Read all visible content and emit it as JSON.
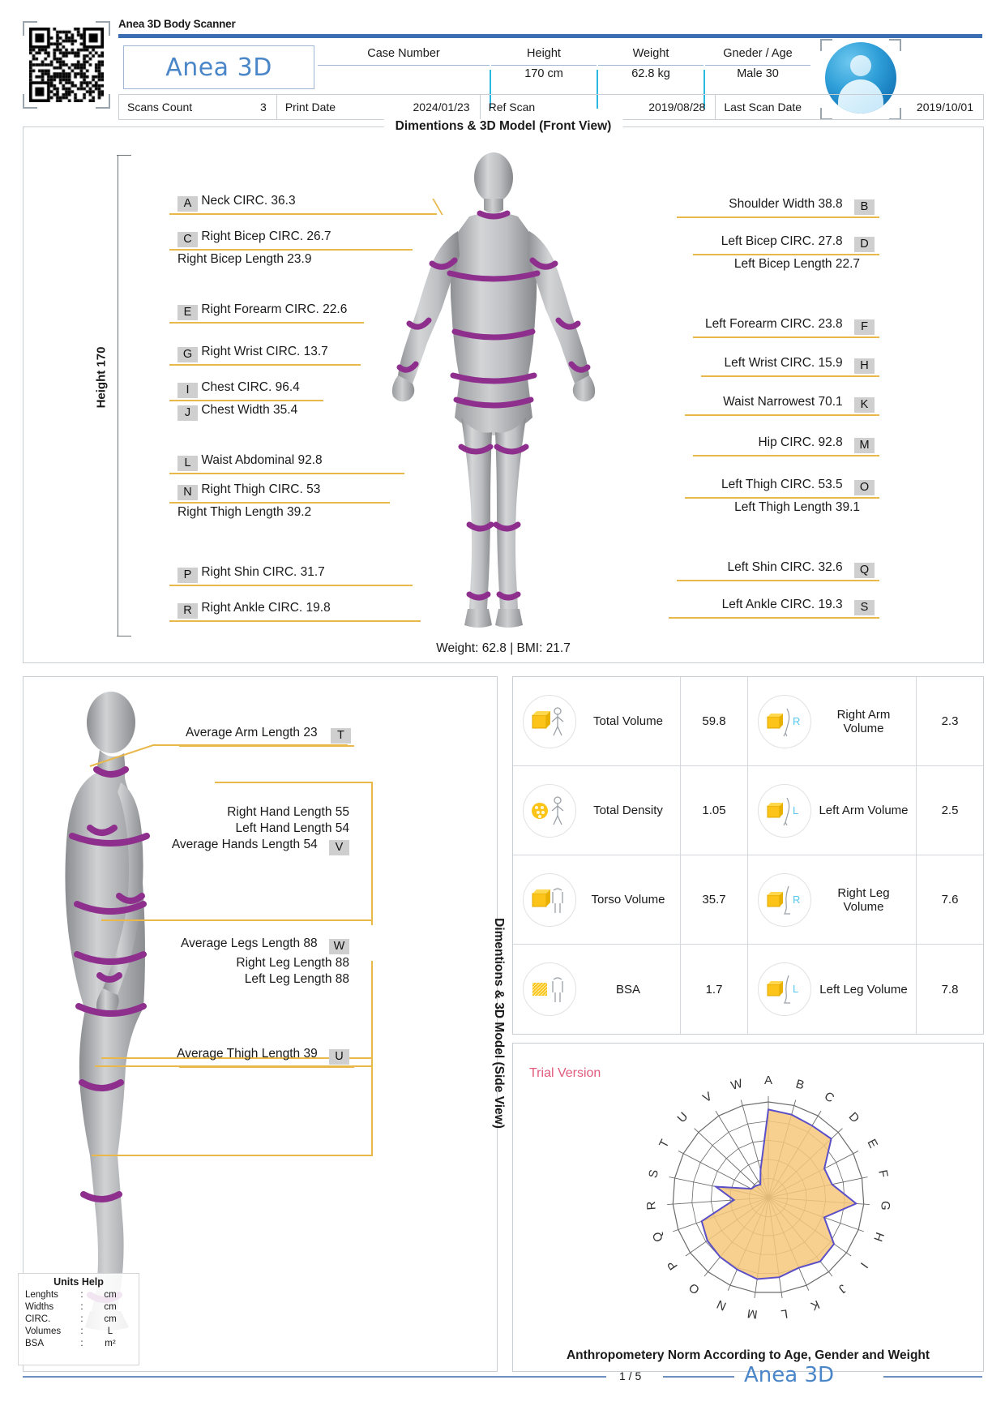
{
  "header": {
    "app_title": "Anea 3D Body Scanner",
    "logo_text": "Anea 3D",
    "fields": [
      {
        "label": "Case Number",
        "value": ""
      },
      {
        "label": "Height",
        "value": "170 cm"
      },
      {
        "label": "Weight",
        "value": "62.8 kg"
      },
      {
        "label": "Gneder / Age",
        "value": "Male      30"
      }
    ],
    "row2": [
      {
        "label": "Scans Count",
        "value": "3"
      },
      {
        "label": "Print Date",
        "value": "2024/01/23"
      },
      {
        "label": "Ref Scan",
        "value": "2019/08/28"
      },
      {
        "label": "Last Scan Date",
        "value": "2019/10/01"
      }
    ]
  },
  "front_panel": {
    "title": "Dimentions & 3D Model (Front View)",
    "height_axis_label": "Height 170",
    "footer": "Weight: 62.8 | BMI: 21.7",
    "left_labels": [
      {
        "badge": "A",
        "text": "Neck CIRC. 36.3",
        "sub": ""
      },
      {
        "badge": "C",
        "text": "Right Bicep CIRC. 26.7",
        "sub": "Right Bicep Length 23.9"
      },
      {
        "badge": "E",
        "text": "Right Forearm CIRC. 22.6",
        "sub": ""
      },
      {
        "badge": "G",
        "text": "Right Wrist CIRC. 13.7",
        "sub": ""
      },
      {
        "badge": "I",
        "text": "Chest CIRC. 96.4",
        "sub": ""
      },
      {
        "badge": "J",
        "text": "Chest Width 35.4",
        "sub": ""
      },
      {
        "badge": "L",
        "text": "Waist Abdominal 92.8",
        "sub": ""
      },
      {
        "badge": "N",
        "text": "Right Thigh CIRC. 53",
        "sub": "Right Thigh Length 39.2"
      },
      {
        "badge": "P",
        "text": "Right Shin CIRC. 31.7",
        "sub": ""
      },
      {
        "badge": "R",
        "text": "Right Ankle CIRC. 19.8",
        "sub": ""
      }
    ],
    "right_labels": [
      {
        "badge": "B",
        "text": "Shoulder Width 38.8",
        "sub": ""
      },
      {
        "badge": "D",
        "text": "Left Bicep CIRC. 27.8",
        "sub": "Left Bicep Length 22.7"
      },
      {
        "badge": "F",
        "text": "Left Forearm CIRC. 23.8",
        "sub": ""
      },
      {
        "badge": "H",
        "text": "Left Wrist CIRC. 15.9",
        "sub": ""
      },
      {
        "badge": "K",
        "text": "Waist Narrowest 70.1",
        "sub": ""
      },
      {
        "badge": "M",
        "text": "Hip CIRC. 92.8",
        "sub": ""
      },
      {
        "badge": "O",
        "text": "Left Thigh CIRC. 53.5",
        "sub": "Left Thigh Length 39.1"
      },
      {
        "badge": "Q",
        "text": "Left Shin CIRC. 32.6",
        "sub": ""
      },
      {
        "badge": "S",
        "text": "Left Ankle CIRC. 19.3",
        "sub": ""
      }
    ]
  },
  "side_panel": {
    "title": "Dimentions & 3D Model (Side View)",
    "labels": [
      {
        "badge": "T",
        "text": "Average Arm Length 23",
        "subs": []
      },
      {
        "badge": "V",
        "text": "Average Hands Length 54",
        "subs": [
          "Right Hand Length 55",
          "Left Hand Length 54"
        ]
      },
      {
        "badge": "W",
        "text": "Average Legs Length 88",
        "subs": [
          "Right Leg Length 88",
          "Left Leg Length 88"
        ]
      },
      {
        "badge": "U",
        "text": "Average Thigh Length 39",
        "subs": []
      }
    ],
    "units_help": {
      "title": "Units Help",
      "rows": [
        {
          "name": "Lenghts",
          "sep": ":",
          "unit": "cm"
        },
        {
          "name": "Widths",
          "sep": ":",
          "unit": "cm"
        },
        {
          "name": "CIRC.",
          "sep": ":",
          "unit": "cm"
        },
        {
          "name": "Volumes",
          "sep": ":",
          "unit": "L"
        },
        {
          "name": "BSA",
          "sep": ":",
          "unit": "m²"
        }
      ]
    }
  },
  "volume_table": {
    "rows": [
      {
        "icon": "body-volume-icon",
        "label": "Total Volume",
        "value": "59.8",
        "icon2": "right-arm-volume-icon",
        "label2": "Right Arm Volume",
        "value2": "2.3",
        "side2": "R"
      },
      {
        "icon": "body-density-icon",
        "label": "Total Density",
        "value": "1.05",
        "icon2": "left-arm-volume-icon",
        "label2": "Left Arm Volume",
        "value2": "2.5",
        "side2": "L"
      },
      {
        "icon": "torso-volume-icon",
        "label": "Torso Volume",
        "value": "35.7",
        "icon2": "right-leg-volume-icon",
        "label2": "Right Leg Volume",
        "value2": "7.6",
        "side2": "R"
      },
      {
        "icon": "bsa-icon",
        "label": "BSA",
        "value": "1.7",
        "icon2": "left-leg-volume-icon",
        "label2": "Left Leg Volume",
        "value2": "7.8",
        "side2": "L"
      }
    ]
  },
  "radar": {
    "trial_label": "Trial Version",
    "caption": "Anthropometery Norm According to Age, Gender and Weight"
  },
  "chart_data": {
    "type": "radar",
    "title": "Anthropometery Norm According to Age, Gender and Weight",
    "axes": [
      "A",
      "B",
      "C",
      "D",
      "E",
      "F",
      "G",
      "H",
      "I",
      "J",
      "K",
      "L",
      "M",
      "N",
      "O",
      "P",
      "Q",
      "R",
      "S",
      "T",
      "U",
      "V",
      "W"
    ],
    "axis_meaning": [
      "Neck CIRC.",
      "Shoulder Width",
      "Right Bicep CIRC.",
      "Left Bicep CIRC.",
      "Right Forearm CIRC.",
      "Left Forearm CIRC.",
      "Right Wrist CIRC.",
      "Left Wrist CIRC.",
      "Chest CIRC.",
      "Chest Width",
      "Waist Narrowest",
      "Waist Abdominal",
      "Hip CIRC.",
      "Right Thigh CIRC.",
      "Left Thigh CIRC.",
      "Right Shin CIRC.",
      "Left Shin CIRC.",
      "Right Ankle CIRC.",
      "Left Ankle CIRC.",
      "Average Arm Length",
      "Average Thigh Length",
      "Average Hands Length",
      "Average Legs Length"
    ],
    "values": [
      0.92,
      0.9,
      0.88,
      0.9,
      0.66,
      0.68,
      0.92,
      0.62,
      0.84,
      0.86,
      0.8,
      0.84,
      0.86,
      0.82,
      0.8,
      0.78,
      0.74,
      0.36,
      0.56,
      0.2,
      0.18,
      0.16,
      0.3
    ],
    "rmax": 1.0,
    "rings": 5,
    "grid": true,
    "fill_color": "#f6c77a",
    "line_color": "#5b4fc7",
    "legend": []
  },
  "footer": {
    "page": "1 / 5",
    "logo": "Anea 3D"
  },
  "colors": {
    "accent_blue": "#3c6eb4",
    "logo_blue": "#4a86c8",
    "leader_gold": "#e9b84a",
    "badge_gray": "#cfcfcf",
    "cyan_sep": "#2bb8e0",
    "trial_pink": "#e25a7c",
    "radar_fill": "#f6c77a",
    "radar_line": "#5b4fc7",
    "band_purple": "#8e2f8e"
  }
}
